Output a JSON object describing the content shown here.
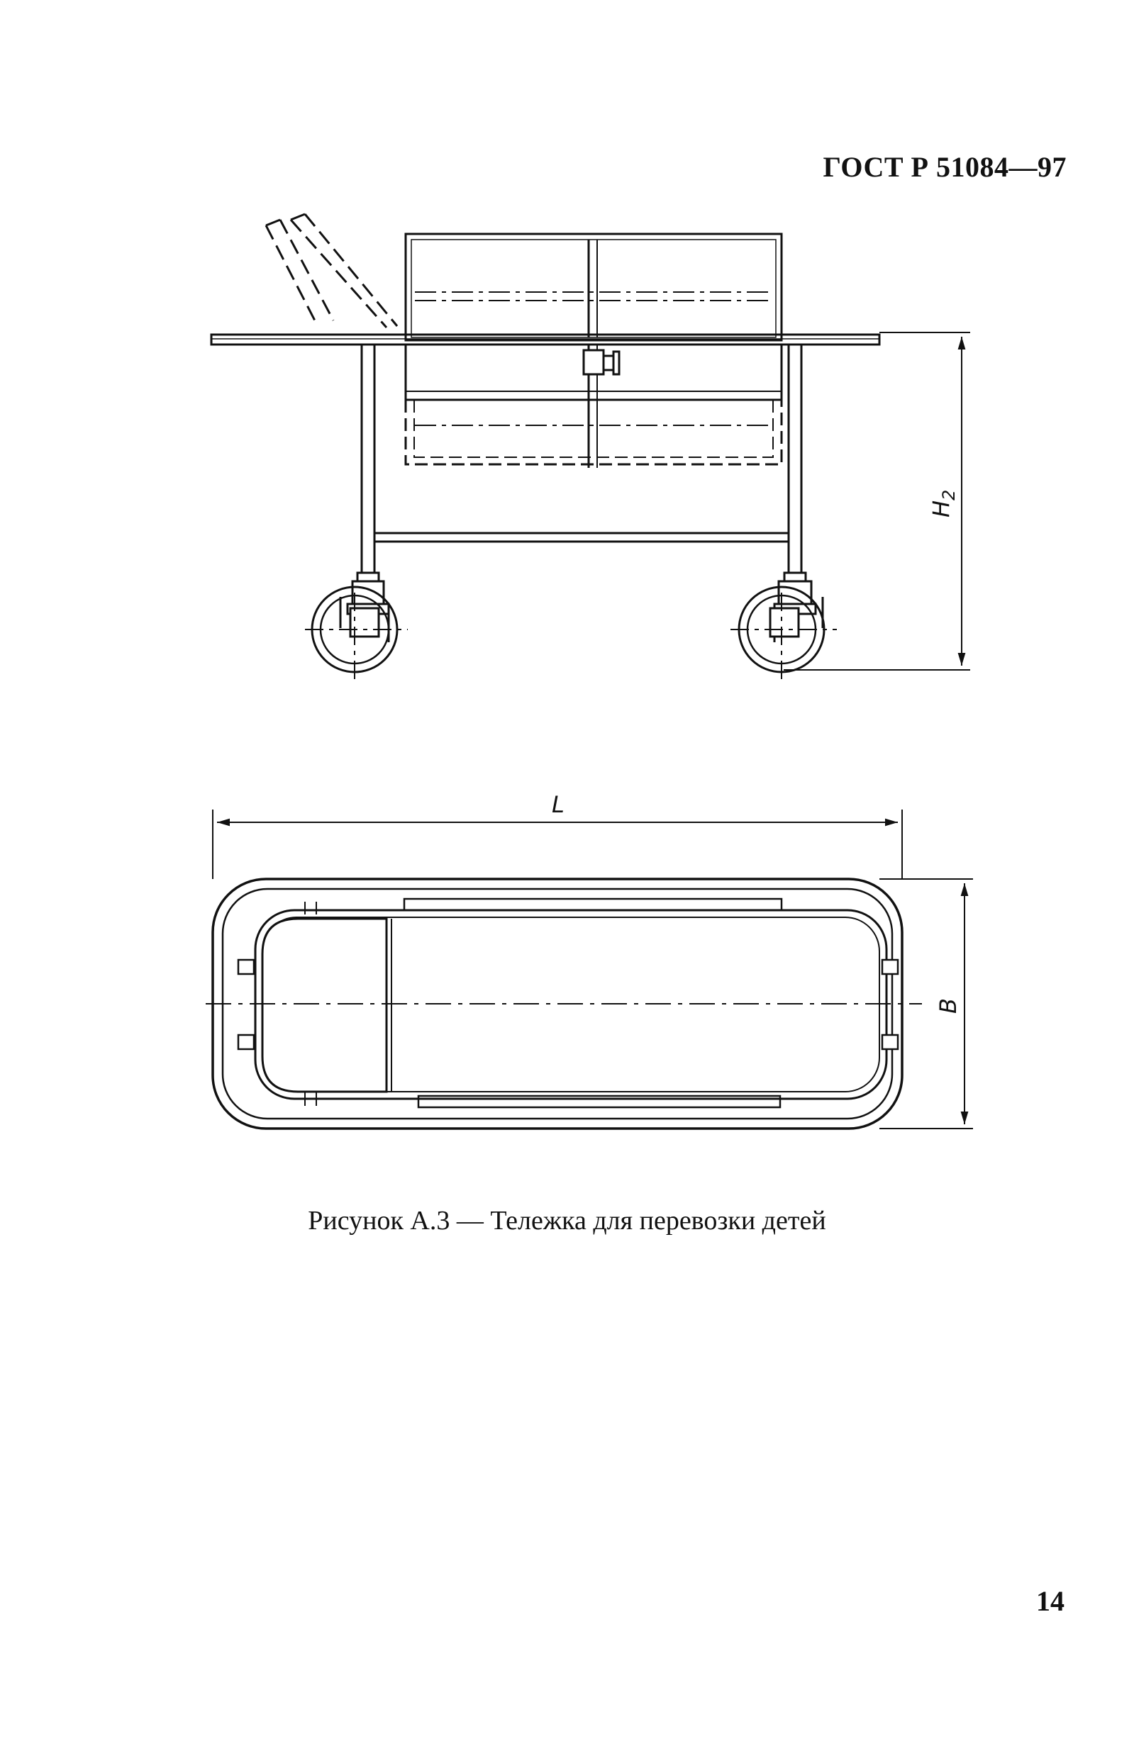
{
  "header": {
    "doc_code": "ГОСТ Р 51084—97"
  },
  "figure": {
    "caption": "Рисунок А.3 — Тележка для перевозки детей",
    "dimension_labels": {
      "height": "H2",
      "height_base": "H",
      "height_sub": "2",
      "length": "L",
      "width": "B"
    }
  },
  "footer": {
    "page_number": "14"
  }
}
